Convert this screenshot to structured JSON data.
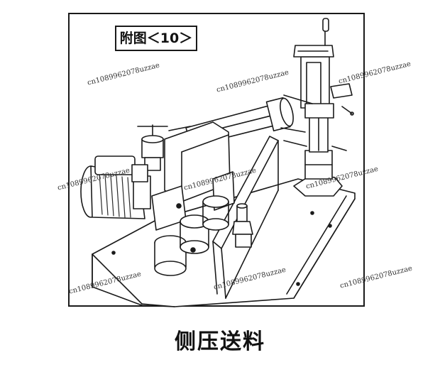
{
  "figure": {
    "label": "附图＜10＞",
    "caption": "侧压送料"
  },
  "watermarks": [
    "cn1089962078uzzae",
    "cn1089962078uzzae",
    "cn1089962078uzzae",
    "cn1089962078uzzae",
    "cn1089962078uzzae",
    "cn1089962078uzzae",
    "cn1089962078uzzae",
    "cn1089962078uzzae"
  ],
  "colors": {
    "line": "#1a1a1a",
    "shade": "#2a2a2a",
    "background": "#ffffff"
  }
}
